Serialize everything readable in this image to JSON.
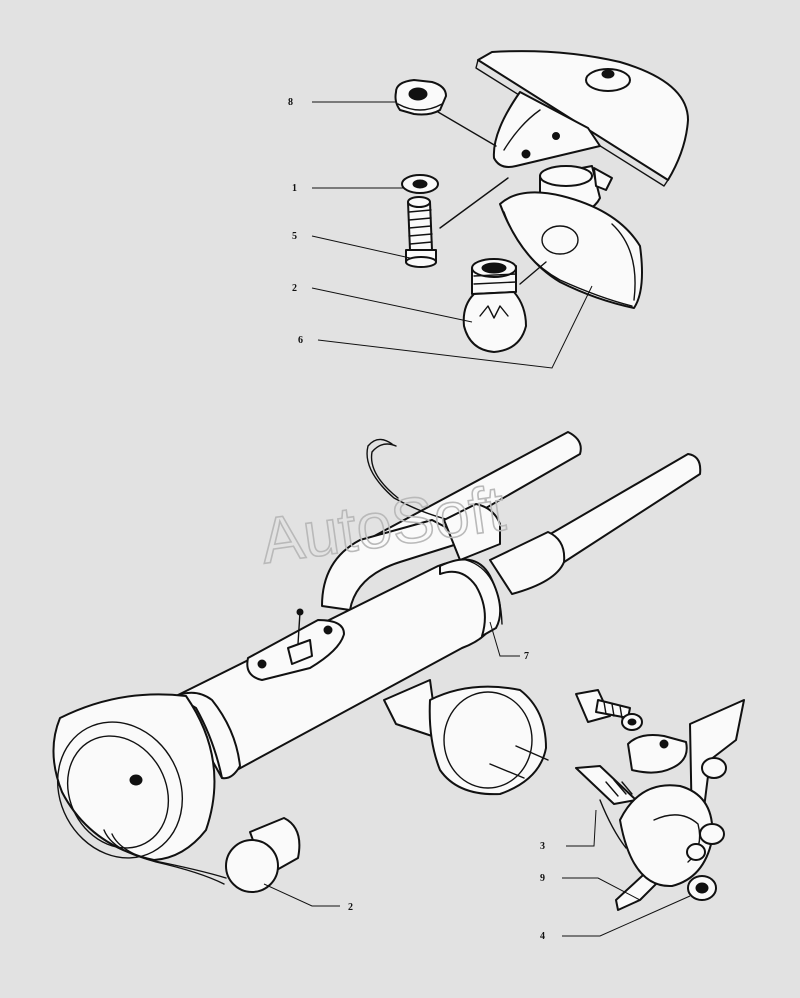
{
  "watermark": "AutoSoft",
  "callouts": {
    "c1": "1",
    "c2a": "2",
    "c2b": "2",
    "c3": "3",
    "c4": "4",
    "c5": "5",
    "c6": "6",
    "c7": "7",
    "c8": "8",
    "c9": "9"
  }
}
